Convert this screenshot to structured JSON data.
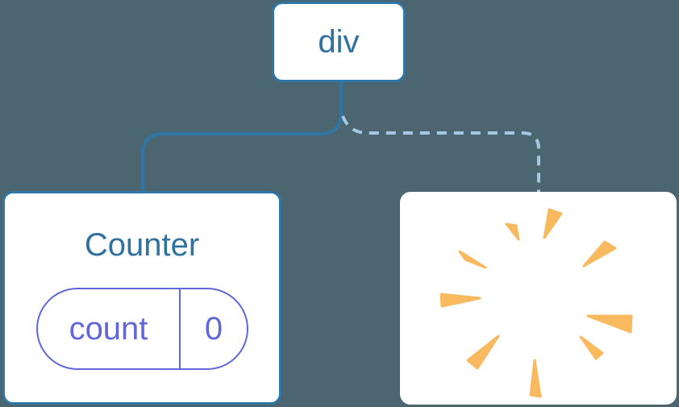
{
  "colors": {
    "background": "#4b6571",
    "node-bg": "#ffffff",
    "line-blue": "#2e76a6",
    "dashed-blue": "#a6c8e0",
    "text-blue": "#2f719f",
    "purple": "#6166d8",
    "poof-orange": "#f8b95f"
  },
  "diagram": {
    "root": {
      "label": "div"
    },
    "children": [
      {
        "title": "Counter",
        "connection": "solid",
        "state": {
          "key": "count",
          "value": "0"
        }
      },
      {
        "icon": "poof-icon",
        "connection": "dashed"
      }
    ]
  }
}
